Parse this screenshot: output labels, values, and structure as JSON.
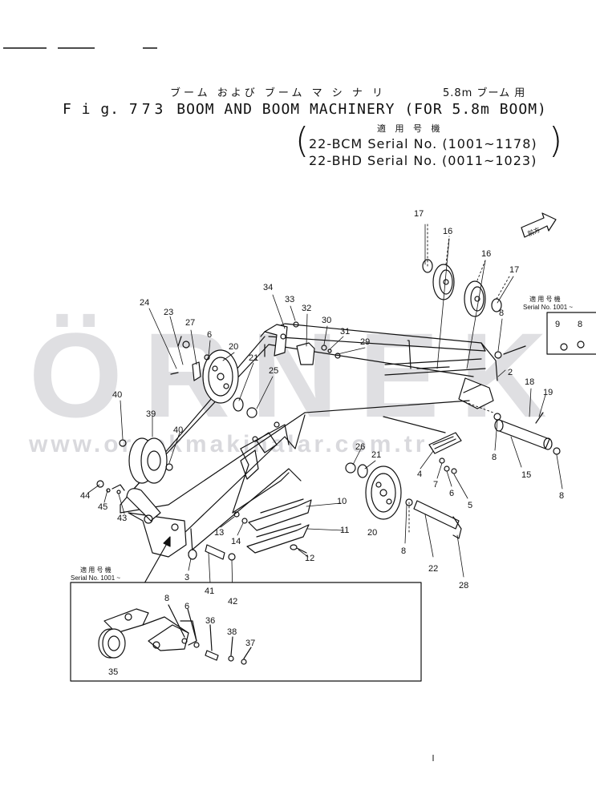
{
  "header": {
    "jp_title": "ブーム および ブーム マ シ ナ リ",
    "jp_subtitle": "5.8m ブーム 用",
    "fig_prefix": "F i g.",
    "fig_number": "773",
    "fig_title": "BOOM AND BOOM MACHINERY (FOR 5.8m BOOM)",
    "jp_applicable": "適 用 号 機",
    "serial_lines": [
      "22-BCM  Serial No. (1001~1178)",
      "22-BHD  Serial No. (0011~1023)"
    ]
  },
  "direction_arrow_text": "前方",
  "insets": {
    "top_right_label_jp": "適 用 号 機",
    "top_right_label": "Serial No. 1001 ~",
    "bottom_left_label_jp": "適 用 号 機",
    "bottom_left_label": "Serial No. 1001 ~"
  },
  "watermark": {
    "brand": "ÖRNEK",
    "url": "www.ornekmakinalar.com.tr"
  },
  "callouts": [
    {
      "id": "c17a",
      "text": "17"
    },
    {
      "id": "c16a",
      "text": "16"
    },
    {
      "id": "c16b",
      "text": "16"
    },
    {
      "id": "c17b",
      "text": "17"
    },
    {
      "id": "c24",
      "text": "24"
    },
    {
      "id": "c23",
      "text": "23"
    },
    {
      "id": "c27",
      "text": "27"
    },
    {
      "id": "c6a",
      "text": "6"
    },
    {
      "id": "c20a",
      "text": "20"
    },
    {
      "id": "c34",
      "text": "34"
    },
    {
      "id": "c33",
      "text": "33"
    },
    {
      "id": "c32",
      "text": "32"
    },
    {
      "id": "c30",
      "text": "30"
    },
    {
      "id": "c31",
      "text": "31"
    },
    {
      "id": "c29",
      "text": "29"
    },
    {
      "id": "c21a",
      "text": "21"
    },
    {
      "id": "c25",
      "text": "25"
    },
    {
      "id": "c8a",
      "text": "8"
    },
    {
      "id": "c2",
      "text": "2"
    },
    {
      "id": "c18",
      "text": "18"
    },
    {
      "id": "c19",
      "text": "19"
    },
    {
      "id": "c9",
      "text": "9"
    },
    {
      "id": "c8b",
      "text": "8"
    },
    {
      "id": "c40a",
      "text": "40"
    },
    {
      "id": "c39",
      "text": "39"
    },
    {
      "id": "c40b",
      "text": "40"
    },
    {
      "id": "c26",
      "text": "26"
    },
    {
      "id": "c21b",
      "text": "21"
    },
    {
      "id": "c4",
      "text": "4"
    },
    {
      "id": "c7",
      "text": "7"
    },
    {
      "id": "c6b",
      "text": "6"
    },
    {
      "id": "c5",
      "text": "5"
    },
    {
      "id": "c8c",
      "text": "8"
    },
    {
      "id": "c15",
      "text": "15"
    },
    {
      "id": "c8d",
      "text": "8"
    },
    {
      "id": "c10",
      "text": "10"
    },
    {
      "id": "c11",
      "text": "11"
    },
    {
      "id": "c44",
      "text": "44"
    },
    {
      "id": "c45",
      "text": "45"
    },
    {
      "id": "c43",
      "text": "43"
    },
    {
      "id": "c13",
      "text": "13"
    },
    {
      "id": "c14",
      "text": "14"
    },
    {
      "id": "c20b",
      "text": "20"
    },
    {
      "id": "c8e",
      "text": "8"
    },
    {
      "id": "c12",
      "text": "12"
    },
    {
      "id": "c22",
      "text": "22"
    },
    {
      "id": "c28",
      "text": "28"
    },
    {
      "id": "c3",
      "text": "3"
    },
    {
      "id": "c41",
      "text": "41"
    },
    {
      "id": "c42",
      "text": "42"
    },
    {
      "id": "c8f",
      "text": "8"
    },
    {
      "id": "c6c",
      "text": "6"
    },
    {
      "id": "c36",
      "text": "36"
    },
    {
      "id": "c38",
      "text": "38"
    },
    {
      "id": "c37",
      "text": "37"
    },
    {
      "id": "c35",
      "text": "35"
    }
  ]
}
